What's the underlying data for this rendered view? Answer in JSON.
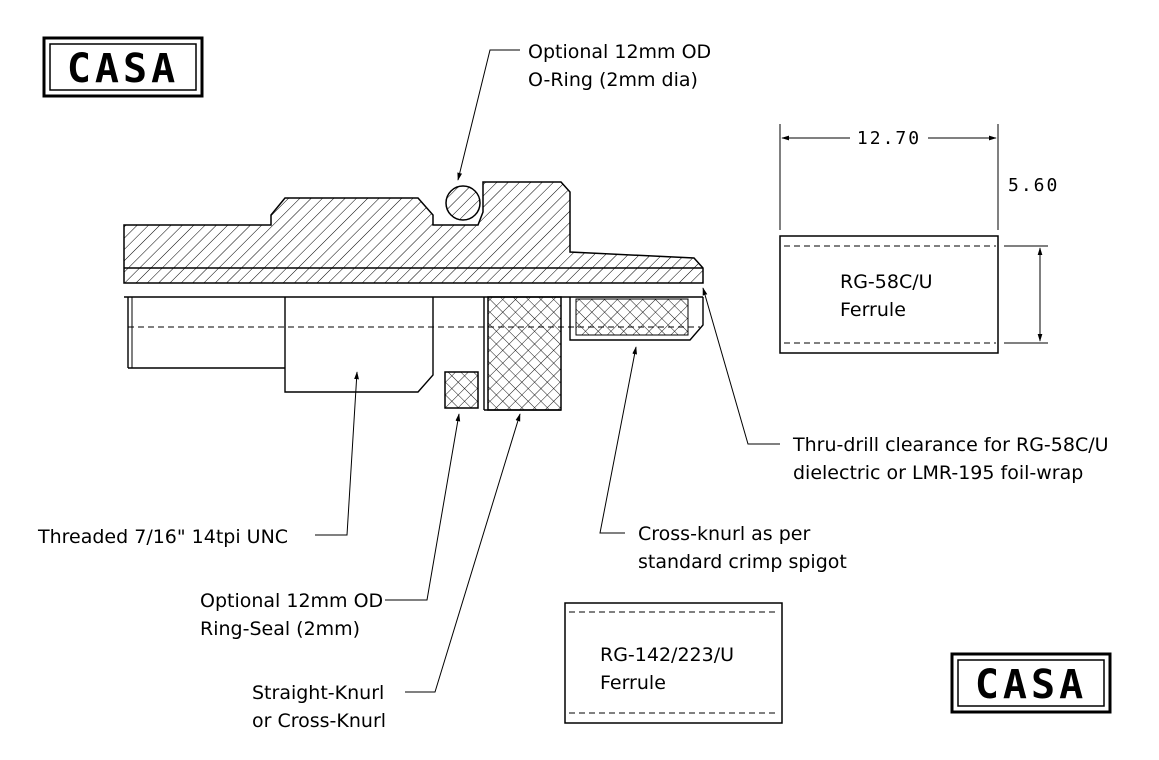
{
  "logos": {
    "top_left": "CASA",
    "bottom_right": "CASA"
  },
  "callouts": {
    "o_ring_line1": "Optional 12mm OD",
    "o_ring_line2": "O-Ring (2mm dia)",
    "thread": "Threaded 7/16\" 14tpi UNC",
    "ring_seal_line1": "Optional 12mm OD",
    "ring_seal_line2": "Ring-Seal (2mm)",
    "straight_knurl_line1": "Straight-Knurl",
    "straight_knurl_line2": "or Cross-Knurl",
    "cross_knurl_line1": "Cross-knurl as per",
    "cross_knurl_line2": "standard crimp spigot",
    "thru_drill_line1": "Thru-drill clearance for RG-58C/U",
    "thru_drill_line2": "dielectric or LMR-195 foil-wrap"
  },
  "ferrule_rg58": {
    "width_dim": "12.70",
    "height_dim": "5.60",
    "label_line1": "RG-58C/U",
    "label_line2": "Ferrule"
  },
  "ferrule_rg142": {
    "label_line1": "RG-142/223/U",
    "label_line2": "Ferrule"
  },
  "colors": {
    "ink": "#000000",
    "paper": "#ffffff"
  }
}
